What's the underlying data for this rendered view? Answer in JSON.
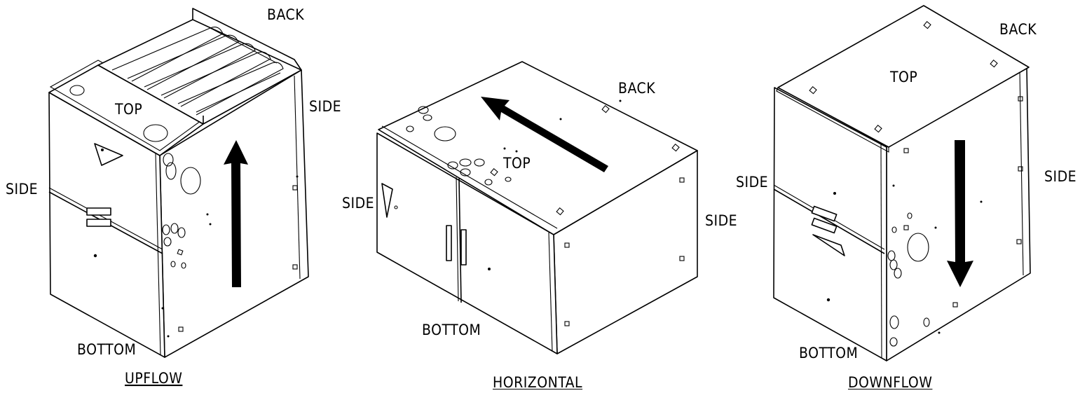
{
  "upflow": {
    "label_back": "BACK",
    "label_top": "TOP",
    "label_side_left": "SIDE",
    "label_side_right": "SIDE",
    "label_bottom": "BOTTOM",
    "caption": "UPFLOW"
  },
  "horizontal": {
    "label_back": "BACK",
    "label_top": "TOP",
    "label_side_left": "SIDE",
    "label_side_right": "SIDE",
    "label_bottom": "BOTTOM",
    "caption": "HORIZONTAL"
  },
  "downflow": {
    "label_back": "BACK",
    "label_top": "TOP",
    "label_side_left": "SIDE",
    "label_side_right": "SIDE",
    "label_bottom": "BOTTOM",
    "caption": "DOWNFLOW"
  },
  "colors": {
    "line": "#000000",
    "background": "#ffffff"
  },
  "icons": {
    "airflow_arrow": "airflow-arrow-icon",
    "logo": "brand-logo-icon"
  }
}
